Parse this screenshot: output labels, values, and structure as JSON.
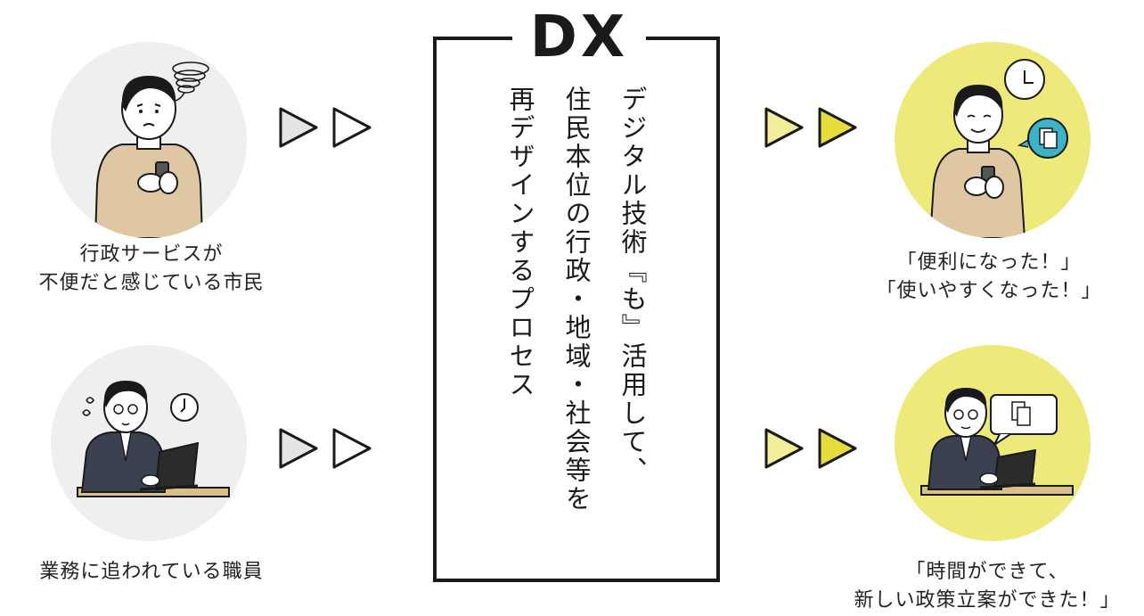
{
  "center": {
    "title": "DX",
    "lines": [
      "デジタル技術『も』活用して、",
      "住民本位の行政・地域・社会等を",
      "再デザインするプロセス"
    ]
  },
  "left": {
    "citizen_label": [
      "行政サービスが",
      "不便だと感じている市民"
    ],
    "staff_label": [
      "業務に追われている職員"
    ]
  },
  "right": {
    "citizen_label": [
      "「便利になった！」",
      "「使いやすくなった！」"
    ],
    "staff_label": [
      "「時間ができて、",
      "新しい政策立案ができた！」"
    ]
  },
  "icons": {
    "citizen_before": "confused-citizen-with-phone",
    "staff_before": "stressed-office-worker",
    "citizen_after": "happy-citizen-with-phone",
    "staff_after": "calm-office-worker",
    "arrow_before": "double-triangle-arrow-gray",
    "arrow_after": "double-triangle-arrow-yellow"
  },
  "colors": {
    "before_circle": "#efefef",
    "after_circle": "#eee97b",
    "arrow_before_fill": "#e4e4e4",
    "arrow_after_fill": "#f2ee9a",
    "speech_bubble": "#3bb3c9",
    "outline": "#1a1a1a"
  }
}
